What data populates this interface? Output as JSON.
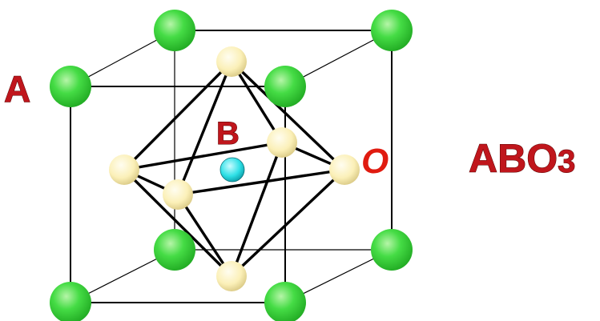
{
  "labels": {
    "a_site": "A",
    "b_site": "B",
    "o_site": "O",
    "formula": "ABO",
    "formula_subscript": "3"
  },
  "colors": {
    "a_atom": "#3fd93f",
    "b_atom": "#2ee0e6",
    "o_atom": "#fbf2bd",
    "label": "#c0161c"
  }
}
